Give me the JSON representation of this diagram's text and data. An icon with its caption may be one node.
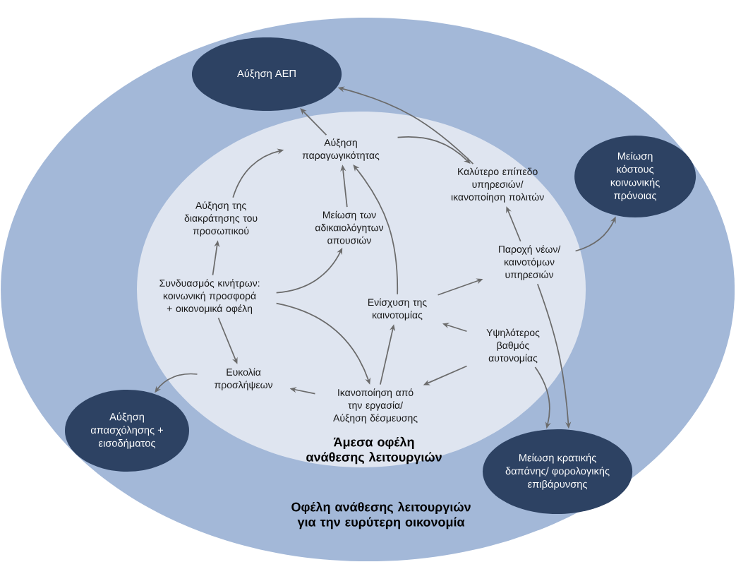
{
  "diagram": {
    "nodes": [
      {
        "text": [
          "Οφέλη ανάθεσης λειτουργιών για την ευρύτερη οικονομία"
        ]
      },
      {
        "text": [
          "Άμεσα οφέλη ανάθεσης λειτουργιών"
        ],
        "in": 0
      },
      {
        "text": [
          "Αύξηση ΑΕΠ"
        ],
        "in": 0
      },
      {
        "text": [
          "Μείωση κόστους κοινωνικής πρόνοιας"
        ],
        "in": 0
      },
      {
        "text": [
          "Αύξηση απασχόλησης + εισοδήματος"
        ],
        "in": 0
      },
      {
        "text": [
          "Μείωση κρατικής δαπάνης/ φορολογικής επιβάρυνσης"
        ],
        "in": 0
      },
      {
        "text": [
          "Αύξηση παραγωγικότητας"
        ],
        "in": 1
      },
      {
        "text": [
          "Καλύτερο επίπεδο υπηρεσιών/ ικανοποίηση πολιτών"
        ],
        "in": 1
      },
      {
        "text": [
          "Αύξηση της διακράτησης του προσωπικού"
        ],
        "in": 1
      },
      {
        "text": [
          "Μείωση των αδικαιολόγητων απουσιών"
        ],
        "in": 1
      },
      {
        "text": [
          "Παροχή νέων/ καινοτόμων υπηρεσιών"
        ],
        "in": 1
      },
      {
        "text": [
          "Συνδυασμός κινήτρων: κοινωνική προσφορά + οικονομικά οφέλη"
        ],
        "in": 1
      },
      {
        "text": [
          "Ενίσχυση της καινοτομίας"
        ],
        "in": 1
      },
      {
        "text": [
          "Υψηλότερος βαθμός αυτονομίας"
        ],
        "in": 1
      },
      {
        "text": [
          "Ευκολία προσλήψεων"
        ],
        "in": 1
      },
      {
        "text": [
          "Ικανοποίηση από την εργασία/ Αύξηση δέσμευσης"
        ],
        "in": 1
      }
    ],
    "edges": [
      {
        "from": 6,
        "to": 2,
        "arrow": "to"
      },
      {
        "from": 7,
        "to": 2,
        "arrow": "to"
      },
      {
        "from": 6,
        "to": 7,
        "arrow": "to"
      },
      {
        "from": 8,
        "to": 6,
        "arrow": "to"
      },
      {
        "from": 9,
        "to": 6,
        "arrow": "to"
      },
      {
        "from": 12,
        "to": 6,
        "arrow": "to"
      },
      {
        "from": 11,
        "to": 8,
        "arrow": "to"
      },
      {
        "from": 11,
        "to": 9,
        "arrow": "to"
      },
      {
        "from": 11,
        "to": 14,
        "arrow": "to"
      },
      {
        "from": 11,
        "to": 15,
        "arrow": "to"
      },
      {
        "from": 10,
        "to": 7,
        "arrow": "to"
      },
      {
        "from": 12,
        "to": 10,
        "arrow": "to"
      },
      {
        "from": 10,
        "to": 3,
        "arrow": "to"
      },
      {
        "from": 10,
        "to": 5,
        "arrow": "to"
      },
      {
        "from": 13,
        "to": 12,
        "arrow": "to"
      },
      {
        "from": 13,
        "to": 15,
        "arrow": "to"
      },
      {
        "from": 13,
        "to": 5,
        "arrow": "to"
      },
      {
        "from": 15,
        "to": 12,
        "arrow": "to"
      },
      {
        "from": 15,
        "to": 14,
        "arrow": "to"
      },
      {
        "from": 14,
        "to": 4,
        "arrow": "to"
      }
    ]
  }
}
